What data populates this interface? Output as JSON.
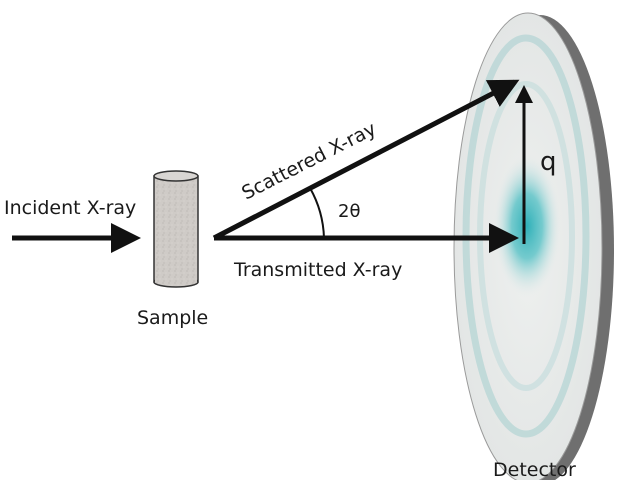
{
  "labels": {
    "incident": "Incident X-ray",
    "sample": "Sample",
    "scattered": "Scattered X-ray",
    "angle": "2θ",
    "transmitted": "Transmitted X-ray",
    "q": "q",
    "detector": "Detector"
  },
  "colors": {
    "arrow": "#111111",
    "sample_fill": "#cfcbc7",
    "detector_face": "#e9eceb",
    "detector_edge": "#6f6f6f",
    "beam_center": "#39b4bb",
    "ring": "#b8d6d6"
  }
}
